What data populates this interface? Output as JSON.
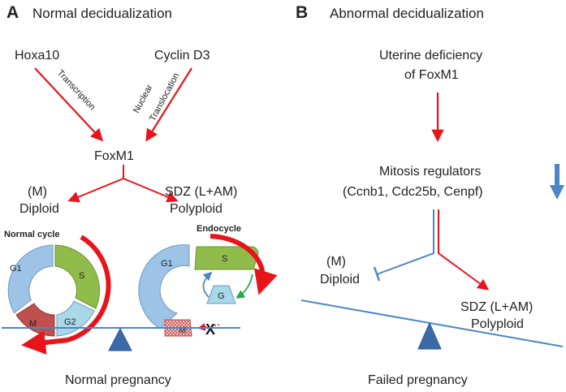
{
  "panelA": {
    "letter": "A",
    "title": "Normal decidualization",
    "hoxa10": "Hoxa10",
    "cyclin": "Cyclin D3",
    "transcription": "Transcription",
    "nuclear": "Nuclear",
    "translocation": "Translocation",
    "foxm1": "FoxM1",
    "m_label": "(M)",
    "diploid": "Diploid",
    "sdz": "SDZ (L+AM)",
    "polyploid": "Polyploid",
    "normal_cycle": "Normal cycle",
    "endocycle": "Endocycle",
    "cycle_g1": "G1",
    "cycle_s": "S",
    "cycle_m": "M",
    "cycle_g2": "G2",
    "endo_g1": "G1",
    "endo_s": "S",
    "endo_g": "G",
    "endo_m": "M",
    "blocked": "X",
    "outcome": "Normal pregnancy"
  },
  "panelB": {
    "letter": "B",
    "title": "Abnormal decidualization",
    "cause_line1": "Uterine deficiency",
    "cause_line2": "of FoxM1",
    "regulators_line1": "Mitosis regulators",
    "regulators_line2": "(Ccnb1, Cdc25b, Cenpf)",
    "m_label": "(M)",
    "diploid": "Diploid",
    "sdz": "SDZ (L+AM)",
    "polyploid": "Polyploid",
    "outcome": "Failed pregnancy"
  },
  "colors": {
    "red_arrow": "#e8141b",
    "blue_line": "#4a86c8",
    "g1": "#9dc3e6",
    "s": "#8fbc4a",
    "m": "#c0504d",
    "g2": "#a9d8e8",
    "fulcrum": "#3a6aa8",
    "beam": "#4a86c8"
  }
}
